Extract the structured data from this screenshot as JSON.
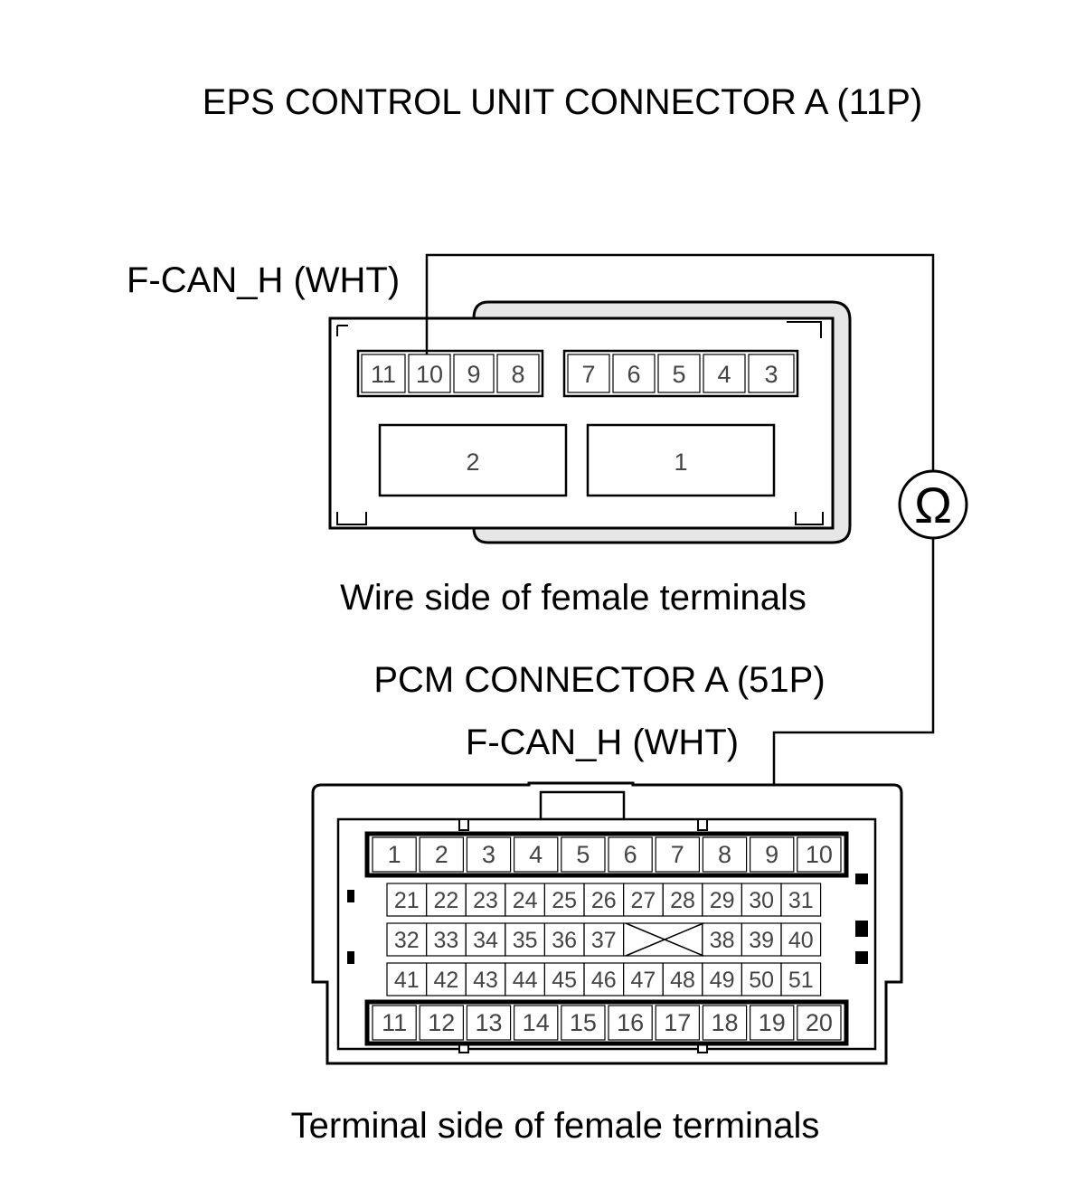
{
  "eps_connector": {
    "title": "EPS CONTROL UNIT CONNECTOR A (11P)",
    "wire_label": "F-CAN_H (WHT)",
    "caption": "Wire side of female terminals",
    "small_pins_left": [
      "11",
      "10",
      "9",
      "8"
    ],
    "small_pins_right": [
      "7",
      "6",
      "5",
      "4",
      "3"
    ],
    "large_pins": [
      "2",
      "1"
    ],
    "probe_pin": "10"
  },
  "meter": {
    "symbol": "Ω",
    "icon": "ohmmeter-icon"
  },
  "pcm_connector": {
    "title": "PCM CONNECTOR A (51P)",
    "wire_label": "F-CAN_H (WHT)",
    "caption": "Terminal side of female terminals",
    "top_row": [
      "1",
      "2",
      "3",
      "4",
      "5",
      "6",
      "7",
      "8",
      "9",
      "10"
    ],
    "inner_row_1": [
      "21",
      "22",
      "23",
      "24",
      "25",
      "26",
      "27",
      "28",
      "29",
      "30",
      "31"
    ],
    "inner_row_2_left": [
      "32",
      "33",
      "34",
      "35",
      "36",
      "37"
    ],
    "inner_row_2_right": [
      "38",
      "39",
      "40"
    ],
    "inner_row_3": [
      "41",
      "42",
      "43",
      "44",
      "45",
      "46",
      "47",
      "48",
      "49",
      "50",
      "51"
    ],
    "bottom_row": [
      "11",
      "12",
      "13",
      "14",
      "15",
      "16",
      "17",
      "18",
      "19",
      "20"
    ],
    "probe_pin": "9"
  },
  "colors": {
    "line": "#000000",
    "pin_text": "#444444",
    "shell_shadow": "#e6e6e6"
  }
}
